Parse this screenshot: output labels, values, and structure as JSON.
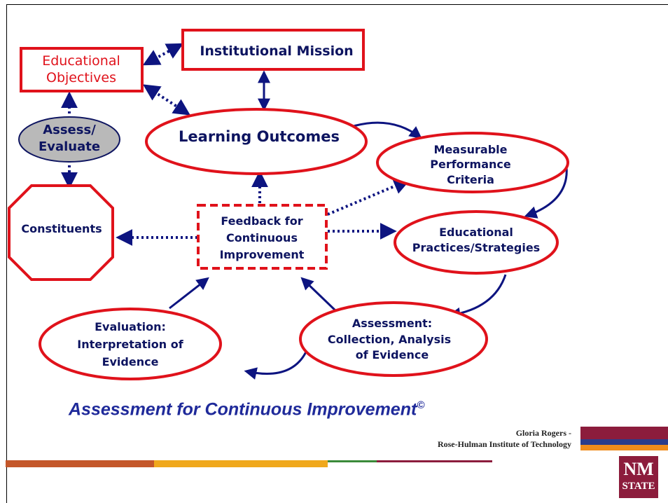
{
  "nodes": {
    "educational_objectives": "Educational Objectives",
    "institutional_mission": "Institutional Mission",
    "assess_evaluate": "Assess/ Evaluate",
    "learning_outcomes": "Learning Outcomes",
    "measurable_performance_criteria": "Measurable Performance Criteria",
    "constituents": "Constituents",
    "feedback": "Feedback for Continuous Improvement",
    "educational_practices": "Educational Practices/Strategies",
    "evaluation": "Evaluation: Interpretation of Evidence",
    "assessment": "Assessment: Collection, Analysis of Evidence"
  },
  "title": {
    "text": "Assessment for Continuous Improvement",
    "mark": "©"
  },
  "credit": {
    "line1": "Gloria Rogers -",
    "line2": "Rose-Hulman Institute of Technology"
  },
  "logo": {
    "line1": "NM",
    "line2": "STATE"
  },
  "colors": {
    "node_outline": "#e0121b",
    "arrow": "#0d1480",
    "assess_fill": "#b9b9b9",
    "bar_brown": "#c4572a",
    "bar_gold": "#f0a81c",
    "bar_green": "#3b8a3a",
    "bar_maroon": "#8c1c3c",
    "stripe_maroon": "#8c1c3c",
    "stripe_blue": "#2a3c8c",
    "stripe_orange": "#f08c1c"
  }
}
